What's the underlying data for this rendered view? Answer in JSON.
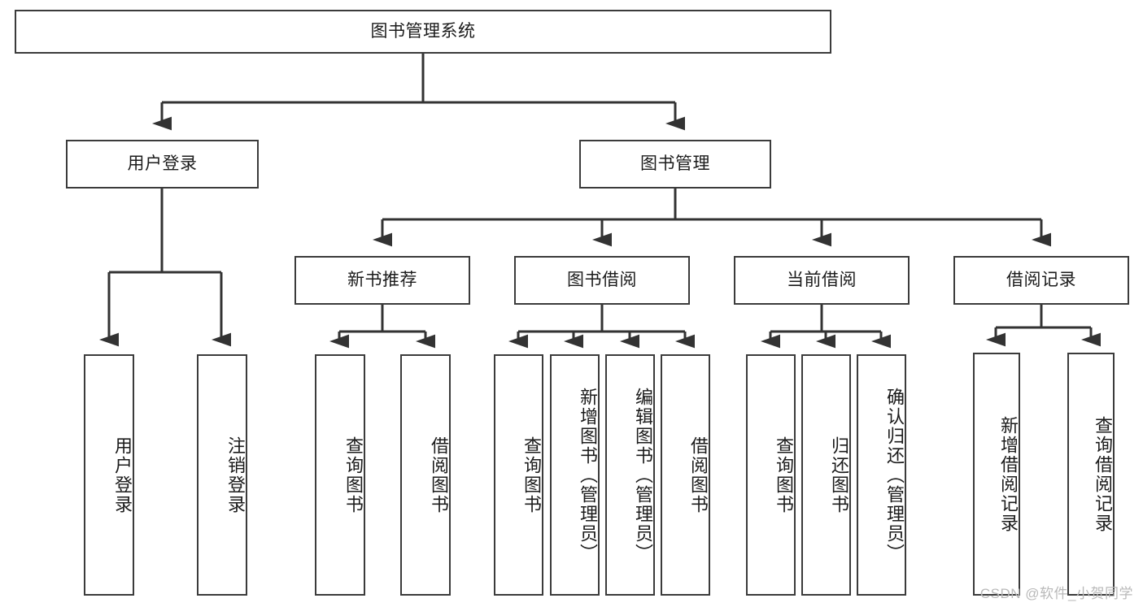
{
  "diagram": {
    "title": "图书管理系统",
    "type": "tree-hierarchy",
    "root": {
      "id": "root",
      "label": "图书管理系统"
    },
    "level1": [
      {
        "id": "user-login",
        "label": "用户登录"
      },
      {
        "id": "book-manage",
        "label": "图书管理"
      }
    ],
    "level2": [
      {
        "id": "new-book-recommend",
        "label": "新书推荐",
        "parent": "book-manage"
      },
      {
        "id": "book-borrow",
        "label": "图书借阅",
        "parent": "book-manage"
      },
      {
        "id": "current-borrow",
        "label": "当前借阅",
        "parent": "book-manage"
      },
      {
        "id": "borrow-record",
        "label": "借阅记录",
        "parent": "book-manage"
      }
    ],
    "leaves": [
      {
        "id": "leaf-user-login",
        "label": "用户登录",
        "parent": "user-login"
      },
      {
        "id": "leaf-logout",
        "label": "注销登录",
        "parent": "user-login"
      },
      {
        "id": "leaf-query-book-1",
        "label": "查询图书",
        "parent": "new-book-recommend"
      },
      {
        "id": "leaf-borrow-book-1",
        "label": "借阅图书",
        "parent": "new-book-recommend"
      },
      {
        "id": "leaf-query-book-2",
        "label": "查询图书",
        "parent": "book-borrow"
      },
      {
        "id": "leaf-add-book",
        "label": "新增图书（管理员）",
        "parent": "book-borrow"
      },
      {
        "id": "leaf-edit-book",
        "label": "编辑图书（管理员）",
        "parent": "book-borrow"
      },
      {
        "id": "leaf-borrow-book-2",
        "label": "借阅图书",
        "parent": "book-borrow"
      },
      {
        "id": "leaf-query-book-3",
        "label": "查询图书",
        "parent": "current-borrow"
      },
      {
        "id": "leaf-return-book",
        "label": "归还图书",
        "parent": "current-borrow"
      },
      {
        "id": "leaf-confirm-return",
        "label": "确认归还（管理员）",
        "parent": "current-borrow"
      },
      {
        "id": "leaf-add-record",
        "label": "新增借阅记录",
        "parent": "borrow-record"
      },
      {
        "id": "leaf-query-record",
        "label": "查询借阅记录",
        "parent": "borrow-record"
      }
    ],
    "watermark": "CSDN @软件_小贺同学",
    "colors": {
      "stroke": "#3b3b3b",
      "text": "#1b1b1b",
      "background": "#ffffff",
      "watermark": "#b9b9b9"
    }
  }
}
